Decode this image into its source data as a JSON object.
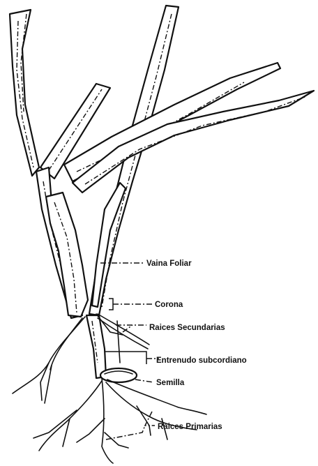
{
  "labels": {
    "vaina_foliar": "Vaina Foliar",
    "corona": "Corona",
    "raices_secundarias": "Raices Secundarias",
    "entrenudo": "Entrenudo subcordiano",
    "semilla": "Semilla",
    "raices_primarias": "Raices Primarias"
  },
  "colors": {
    "ink": "#111111",
    "paper": "#ffffff"
  }
}
